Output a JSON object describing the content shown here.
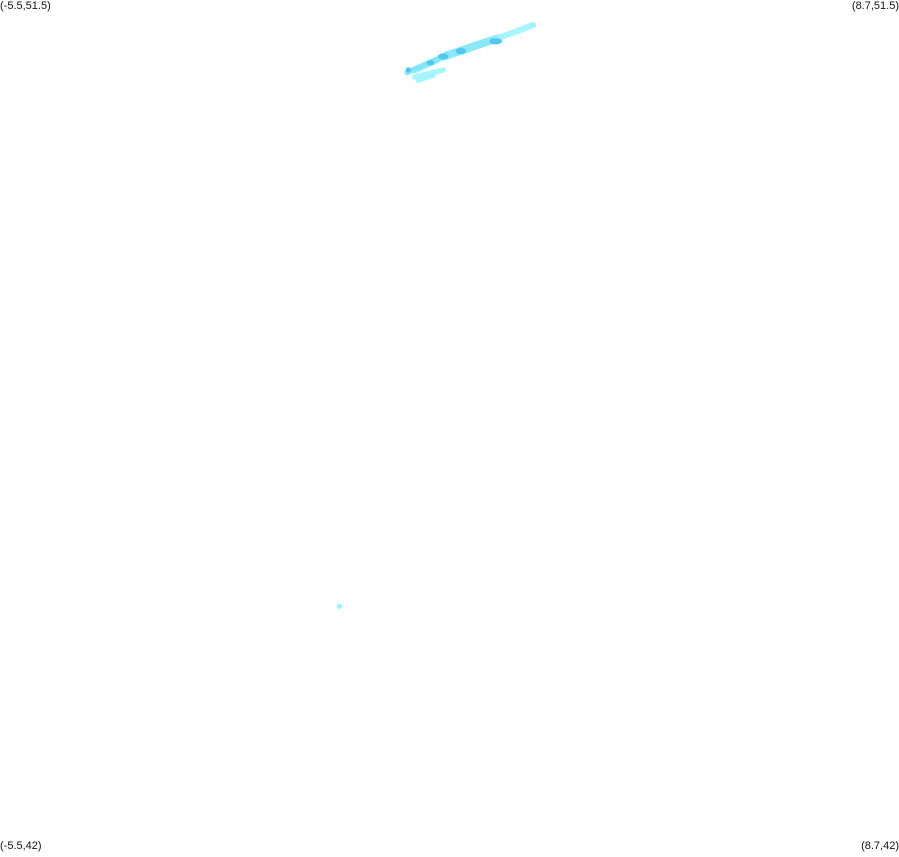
{
  "map": {
    "corners": {
      "top_left": "(-5.5,51.5)",
      "top_right": "(8.7,51.5)",
      "bottom_left": "(-5.5,42)",
      "bottom_right": "(8.7,42)"
    },
    "extent": {
      "lon_min": -5.5,
      "lon_max": 8.7,
      "lat_min": 42,
      "lat_max": 51.5
    },
    "colors": {
      "light": "#9ff4fb",
      "medium": "#7fe6f7",
      "dark": "#52c6ef"
    },
    "features": {
      "strip_segments": [
        {
          "name": "strip-segment-1",
          "lon1": 1.05,
          "lat1": 50.72,
          "lon2": 1.55,
          "lat2": 50.88,
          "weight": 0.08,
          "color": "light"
        },
        {
          "name": "strip-segment-2",
          "lon1": 1.55,
          "lat1": 50.88,
          "lon2": 2.35,
          "lat2": 51.07,
          "weight": 0.09,
          "color": "medium"
        },
        {
          "name": "strip-segment-3",
          "lon1": 2.35,
          "lat1": 51.07,
          "lon2": 2.92,
          "lat2": 51.22,
          "weight": 0.07,
          "color": "light"
        },
        {
          "name": "strip-segment-4",
          "lon1": 0.93,
          "lat1": 50.69,
          "lon2": 1.42,
          "lat2": 50.84,
          "weight": 0.06,
          "color": "medium"
        },
        {
          "name": "lower-strip-segment-1",
          "lon1": 1.05,
          "lat1": 50.64,
          "lon2": 1.5,
          "lat2": 50.72,
          "weight": 0.06,
          "color": "light"
        },
        {
          "name": "lower-strip-segment-2",
          "lon1": 1.1,
          "lat1": 50.6,
          "lon2": 1.35,
          "lat2": 50.66,
          "weight": 0.05,
          "color": "light"
        }
      ],
      "blobs": [
        {
          "name": "blob-dunkirk-east",
          "lon": 2.33,
          "lat": 51.04,
          "rx": 0.1,
          "ry": 0.035,
          "color": "dark"
        },
        {
          "name": "blob-calais",
          "lon": 1.78,
          "lat": 50.93,
          "rx": 0.08,
          "ry": 0.035,
          "color": "dark"
        },
        {
          "name": "blob-boulogne",
          "lon": 1.5,
          "lat": 50.87,
          "rx": 0.08,
          "ry": 0.035,
          "color": "dark"
        },
        {
          "name": "blob-coast-west",
          "lon": 1.3,
          "lat": 50.8,
          "rx": 0.06,
          "ry": 0.03,
          "color": "dark"
        },
        {
          "name": "blob-tip-east",
          "lon": 2.92,
          "lat": 51.22,
          "rx": 0.04,
          "ry": 0.025,
          "color": "light"
        }
      ],
      "dots": [
        {
          "name": "dot-coast-west",
          "lon": 0.95,
          "lat": 50.72,
          "r": 0.03,
          "color": "dark"
        },
        {
          "name": "dot-inland-south",
          "lon": -0.14,
          "lat": 44.74,
          "r": 0.03,
          "color": "light"
        }
      ]
    }
  }
}
